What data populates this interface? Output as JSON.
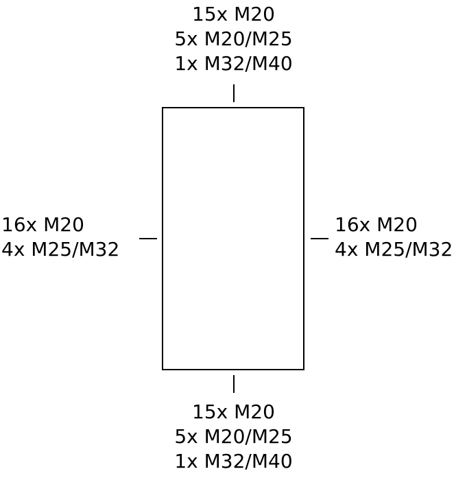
{
  "diagram": {
    "top": {
      "lines": [
        "15x M20",
        "5x M20/M25",
        "1x M32/M40"
      ]
    },
    "left": {
      "lines": [
        "16x M20",
        "4x M25/M32"
      ]
    },
    "right": {
      "lines": [
        "16x M20",
        "4x M25/M32"
      ]
    },
    "bottom": {
      "lines": [
        "15x M20",
        "5x M20/M25",
        "1x M32/M40"
      ]
    },
    "colors": {
      "stroke": "#000000",
      "background": "#ffffff"
    }
  }
}
